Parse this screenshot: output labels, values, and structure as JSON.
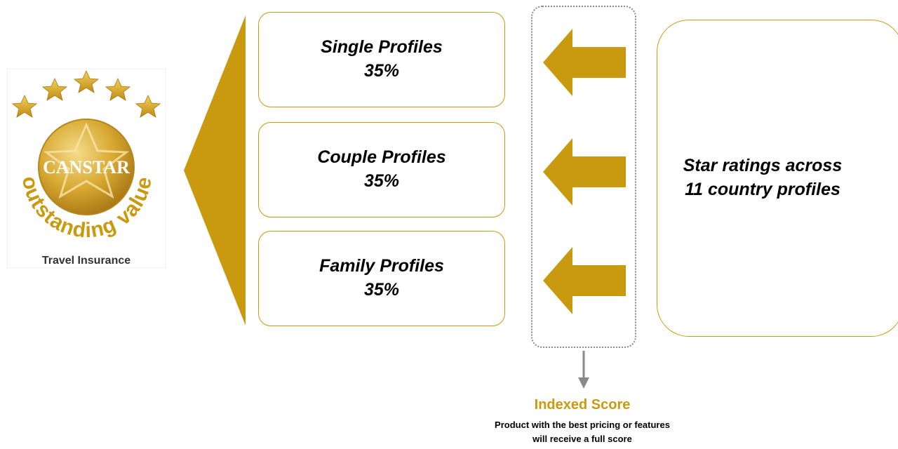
{
  "logo": {
    "brand": "CANSTAR",
    "tagline": "outstanding value",
    "category": "Travel Insurance",
    "star_count": 5
  },
  "profiles": [
    {
      "name": "Single Profiles",
      "weight": "35%"
    },
    {
      "name": "Couple Profiles",
      "weight": "35%"
    },
    {
      "name": "Family Profiles",
      "weight": "35%"
    }
  ],
  "star_box": {
    "line1": "Star ratings across",
    "line2": "11 country profiles"
  },
  "indexed_score": {
    "title": "Indexed Score",
    "description_line1": "Product with the best pricing or features",
    "description_line2": "will receive a full score"
  },
  "colors": {
    "gold": "#c99a10",
    "dotted_border": "#8a8a8a",
    "text": "#000000"
  }
}
